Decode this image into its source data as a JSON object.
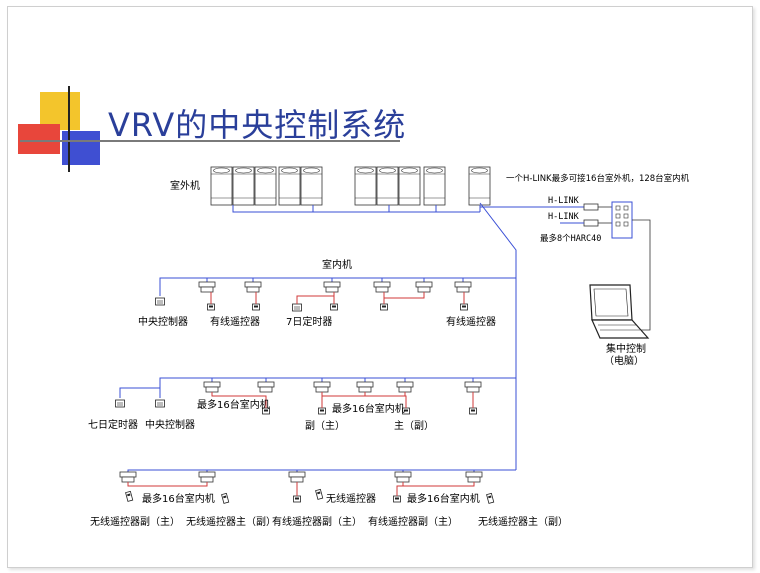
{
  "title": "VRV的中央控制系统",
  "labels": {
    "outdoor": "室外机",
    "outdoor_note": "一个H-LINK最多可接16台室外机，128台室内机",
    "hlink1": "H-LINK",
    "hlink2": "H-LINK",
    "harc": "最多8个HARC40",
    "pc_line1": "集中控制",
    "pc_line2": "（电脑）",
    "indoor": "室内机",
    "central1": "中央控制器",
    "wired1": "有线遥控器",
    "timer7": "7日定时器",
    "wired2": "有线遥控器",
    "timer_7day": "七日定时器",
    "central2": "中央控制器",
    "max16_a": "最多16台室内机",
    "max16_b": "最多16台室内机",
    "sub_main": "副（主）",
    "main_sub": "主（副）",
    "max16_c": "最多16台室内机",
    "wireless_ctrl": "无线遥控器",
    "max16_d": "最多16台室内机",
    "wl1": "无线遥控器副（主）",
    "wl2": "无线遥控器主（副）",
    "wl3": "有线遥控器副（主）",
    "wl4": "有线遥控器副（主）",
    "wl5": "无线遥控器主（副）"
  },
  "colors": {
    "title": "#2a3f9a",
    "bus": "#3a4fd6",
    "link": "#d23a3a"
  }
}
